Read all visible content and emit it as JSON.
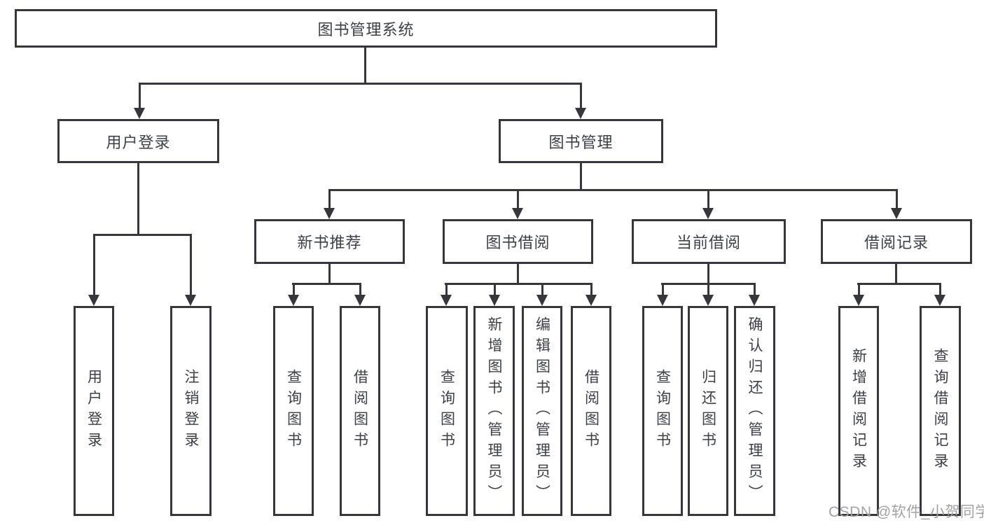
{
  "diagram": {
    "root": {
      "label": "图书管理系统"
    },
    "level2": {
      "user_login": {
        "label": "用户登录"
      },
      "book_mgmt": {
        "label": "图书管理"
      }
    },
    "level3": {
      "new_book_rec": {
        "label": "新书推荐"
      },
      "book_borrow": {
        "label": "图书借阅"
      },
      "current_borrow": {
        "label": "当前借阅"
      },
      "borrow_records": {
        "label": "借阅记录"
      }
    },
    "leaves": {
      "user_login": [
        "用户登录",
        "注销登录"
      ],
      "new_book_rec": [
        "查询图书",
        "借阅图书"
      ],
      "book_borrow": [
        "查询图书",
        "新增图书（管理员）",
        "编辑图书（管理员）",
        "借阅图书"
      ],
      "current_borrow": [
        "查询图书",
        "归还图书",
        "确认归还（管理员）"
      ],
      "borrow_records": [
        "新增借阅记录",
        "查询借阅记录"
      ]
    },
    "watermark": "CSDN @软件_小贺同学",
    "colors": {
      "line": "#35373c",
      "text": "#3d4046",
      "watermark": "#a3a3a3",
      "background": "#ffffff"
    }
  }
}
